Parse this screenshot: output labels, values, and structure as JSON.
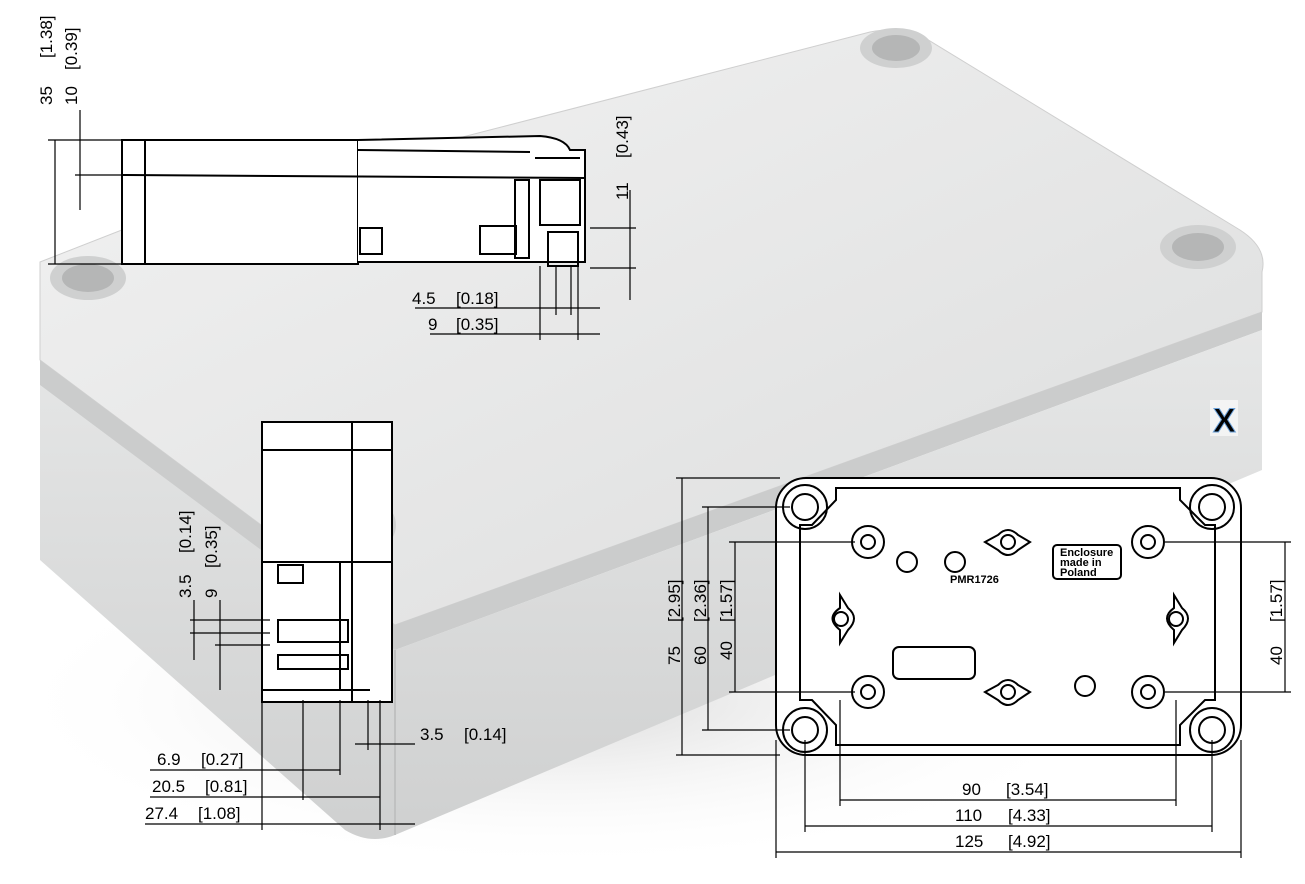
{
  "dimensions": {
    "top_height_total": "35",
    "top_height_total_in": "[1.38]",
    "top_lid_height": "10",
    "top_lid_height_in": "[0.39]",
    "screw_height": "11",
    "screw_height_in": "[0.43]",
    "screw_d1": "4.5",
    "screw_d1_in": "[0.18]",
    "screw_d2": "9",
    "screw_d2_in": "[0.35]",
    "side_a": "3.5",
    "side_a_in": "[0.14]",
    "side_b": "9",
    "side_b_in": "[0.35]",
    "side_c": "3.5",
    "side_c_in": "[0.14]",
    "side_d": "6.9",
    "side_d_in": "[0.27]",
    "side_e": "20.5",
    "side_e_in": "[0.81]",
    "side_f": "27.4",
    "side_f_in": "[1.08]",
    "bottom_w90": "90",
    "bottom_w90_in": "[3.54]",
    "bottom_w110": "110",
    "bottom_w110_in": "[4.33]",
    "bottom_w125": "125",
    "bottom_w125_in": "[4.92]",
    "bottom_h75": "75",
    "bottom_h75_in": "[2.95]",
    "bottom_h60": "60",
    "bottom_h60_in": "[2.36]",
    "bottom_h40": "40",
    "bottom_h40_in": "[1.57]",
    "right_h40": "40",
    "right_h40_in": "[1.57]"
  },
  "labels": {
    "model": "PMR1726",
    "made_in_1": "Enclosure",
    "made_in_2": "made in",
    "made_in_3": "Poland",
    "brand_mark": "X"
  },
  "colors": {
    "enclosure_light": "#e9eaea",
    "enclosure_mid": "#d8d9d9",
    "enclosure_shadow": "#bfc0c0",
    "line": "#000000",
    "brand_yellow": "#e8e000",
    "brand_blue": "#6aa0d8"
  }
}
